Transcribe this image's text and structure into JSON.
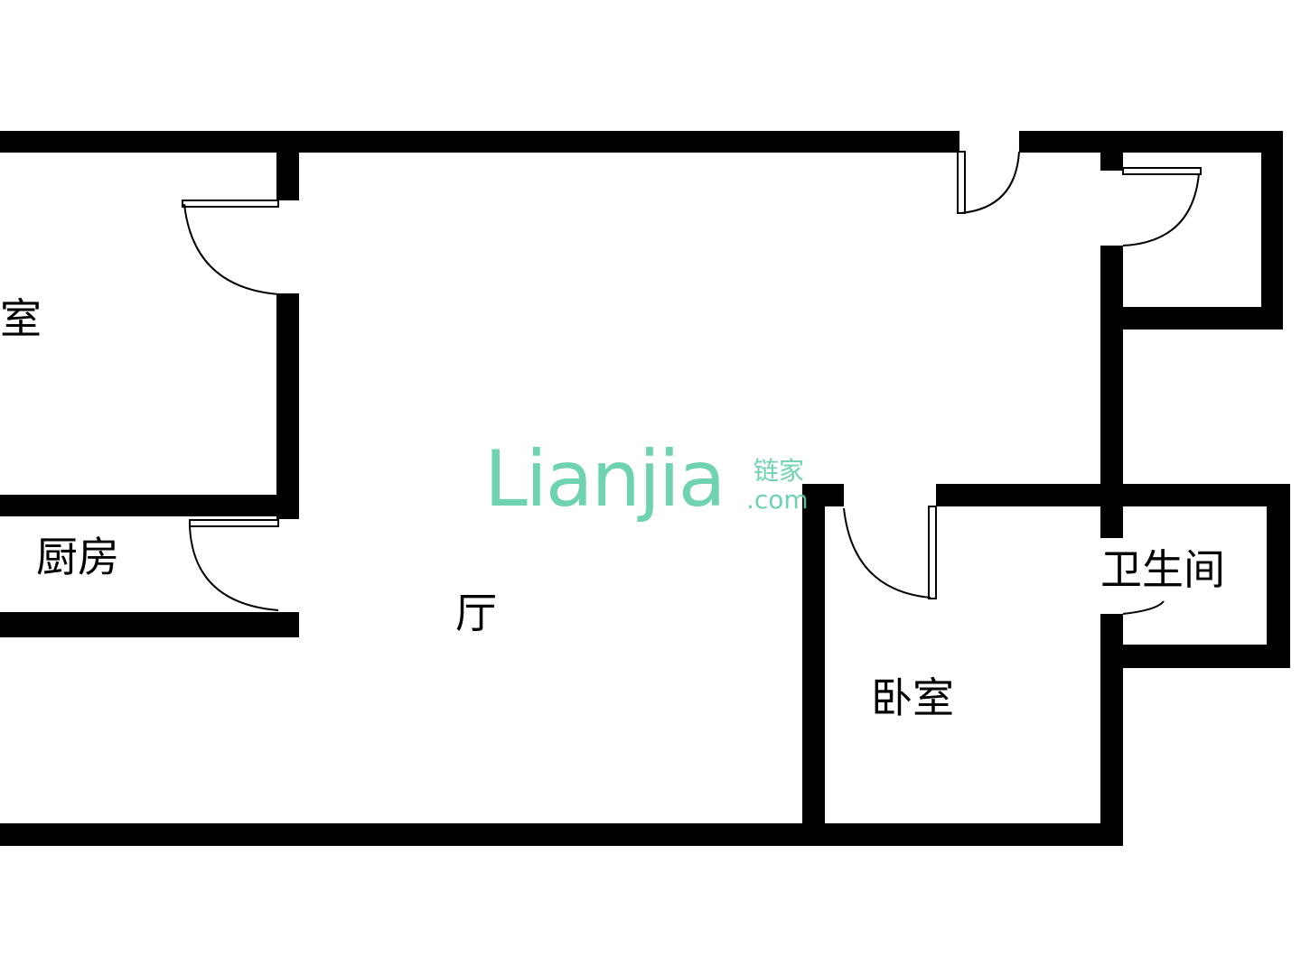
{
  "rooms": {
    "bedroom_left": "室",
    "kitchen": "厨房",
    "living": "厅",
    "bedroom": "卧室",
    "bathroom": "卫生间"
  },
  "watermark": {
    "brand": "Lianjia",
    "chinese": "链家",
    "domain": ".com",
    "color": "#5fcfa6"
  },
  "colors": {
    "wall": "#000000",
    "background": "#ffffff"
  }
}
